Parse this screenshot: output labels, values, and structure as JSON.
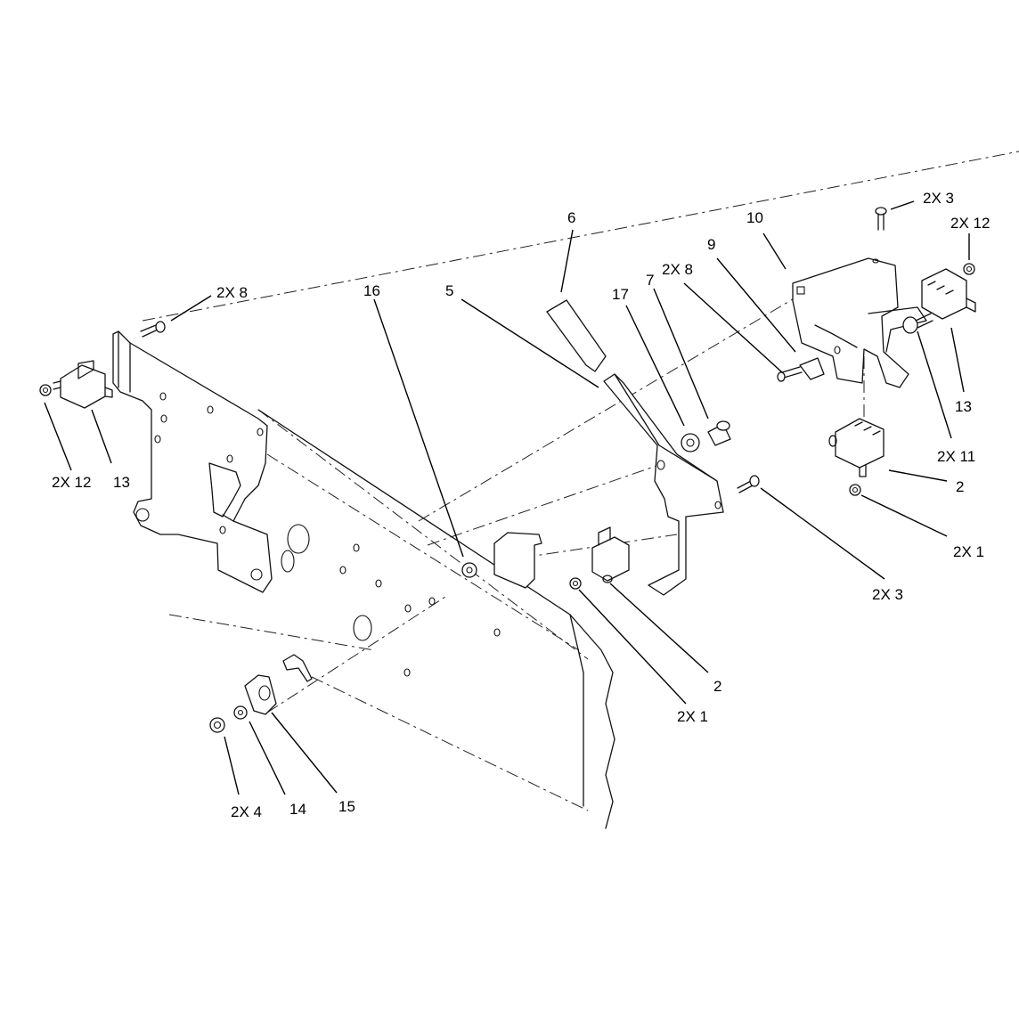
{
  "labels": {
    "l_2x3_top": "2X 3",
    "l_2x12_right": "2X 12",
    "l_10": "10",
    "l_6": "6",
    "l_9": "9",
    "l_2x8_mid": "2X 8",
    "l_7": "7",
    "l_17": "17",
    "l_5": "5",
    "l_16": "16",
    "l_2x8_left": "2X 8",
    "l_2x12_left": "2X 12",
    "l_13_left": "13",
    "l_13_right": "13",
    "l_2x11": "2X 11",
    "l_2_right": "2",
    "l_2x1_right": "2X 1",
    "l_2x3_mid": "2X 3",
    "l_2_mid": "2",
    "l_2x1_mid": "2X 1",
    "l_2x4": "2X 4",
    "l_14": "14",
    "l_15": "15"
  }
}
